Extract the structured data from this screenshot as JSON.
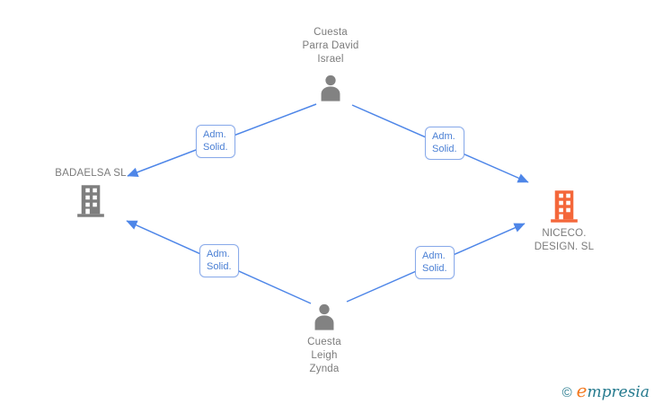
{
  "diagram_type": "corporate-relationship-graph",
  "colors": {
    "edge_blue": "#4e86e8",
    "edge_label_text": "#4a7fd4",
    "edge_label_border": "#8aabea",
    "node_text_gray": "#7b7b7b",
    "icon_gray": "#828282",
    "company_highlight_orange": "#f4673a",
    "logo_teal": "#257a8e",
    "logo_orange": "#f37a21"
  },
  "nodes": {
    "person_top": {
      "type": "person",
      "line1": "Cuesta",
      "line2": "Parra David",
      "line3": "Israel"
    },
    "company_left": {
      "type": "company",
      "name": "BADAELSA SL"
    },
    "company_right": {
      "type": "company",
      "line1": "NICECO.",
      "line2": "DESIGN. SL"
    },
    "person_bottom": {
      "type": "person",
      "line1": "Cuesta",
      "line2": "Leigh",
      "line3": "Zynda"
    }
  },
  "edges": [
    {
      "from": "person_top",
      "to": "company_left",
      "label": "Adm. Solid."
    },
    {
      "from": "person_top",
      "to": "company_right",
      "label": "Adm. Solid."
    },
    {
      "from": "person_bottom",
      "to": "company_left",
      "label": "Adm. Solid."
    },
    {
      "from": "person_bottom",
      "to": "company_right",
      "label": "Adm. Solid."
    }
  ],
  "edge_labels": {
    "top_left": {
      "line1": "Adm.",
      "line2": "Solid."
    },
    "top_right": {
      "line1": "Adm.",
      "line2": "Solid."
    },
    "bottom_left": {
      "line1": "Adm.",
      "line2": "Solid."
    },
    "bottom_right": {
      "line1": "Adm.",
      "line2": "Solid."
    }
  },
  "watermark": {
    "copyright": "©",
    "brand_first": "e",
    "brand_rest": "mpresia"
  }
}
